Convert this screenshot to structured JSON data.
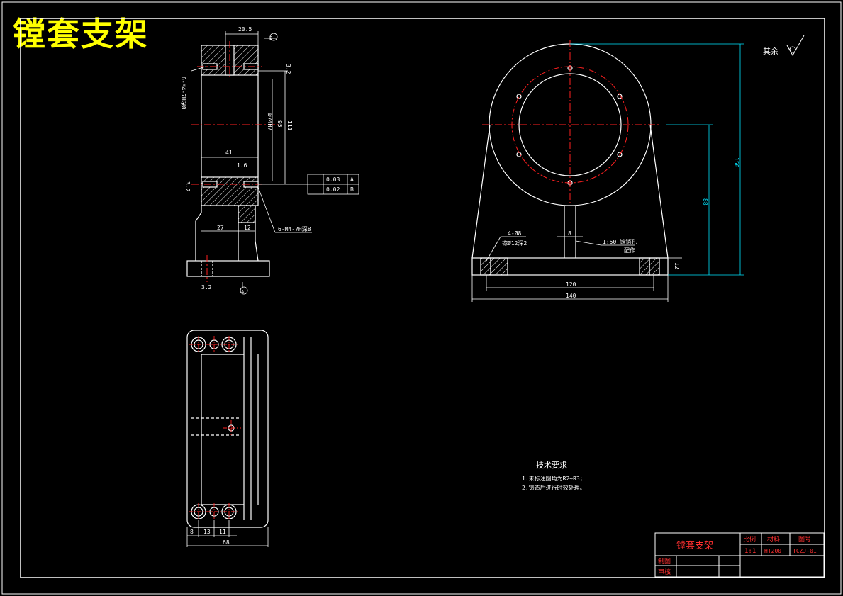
{
  "drawing": {
    "banner_title": "镗套支架",
    "roughness_note": "其余",
    "dims": {
      "top_width": "20.5",
      "datum_b": "B",
      "datum_a": "A",
      "roughness_top": "3.2",
      "roughness_left": "3.2",
      "roughness_base": "3.2",
      "roughness_mid": "1.6",
      "left_holes": "6-M4-7H深8",
      "bore": "Ø74H7",
      "height_a": "95",
      "height_b": "111",
      "width_41": "41",
      "right_holes": "6-M4-7H深8",
      "dim_27": "27",
      "dim_12": "12",
      "tol_1": "0.03",
      "tol_1_ref": "A",
      "tol_2": "0.02",
      "tol_2_ref": "B",
      "front_hole_callout": "4-Ø8",
      "front_hole_sub": "锪Ø12深2",
      "front_pin": "8",
      "front_note_1": "1:50 锥销孔",
      "front_note_2": "配作",
      "front_base_h": "12",
      "front_width_inner": "120",
      "front_width_outer": "140",
      "front_height_1": "88",
      "front_height_2": "150",
      "plan_d1": "8",
      "plan_d2": "13",
      "plan_d3": "11",
      "plan_width": "68"
    },
    "tech_req": {
      "heading": "技术要求",
      "line1": "1.未标注圆角为R2~R3;",
      "line2": "2.铸造后进行时效处理。"
    },
    "title_block": {
      "name": "镗套支架",
      "scale_header": "比例",
      "material_header": "材料",
      "drawing_no_header": "图号",
      "scale": "1:1",
      "material": "HT200",
      "drawing_no": "TCZJ-01",
      "drawn_by": "制图",
      "checked_by": "审核"
    },
    "colors": {
      "line": "#ffffff",
      "center": "#ff2020",
      "dimension": "#00e5ff",
      "title": "#ffff00",
      "text_red": "#ff3030"
    }
  }
}
